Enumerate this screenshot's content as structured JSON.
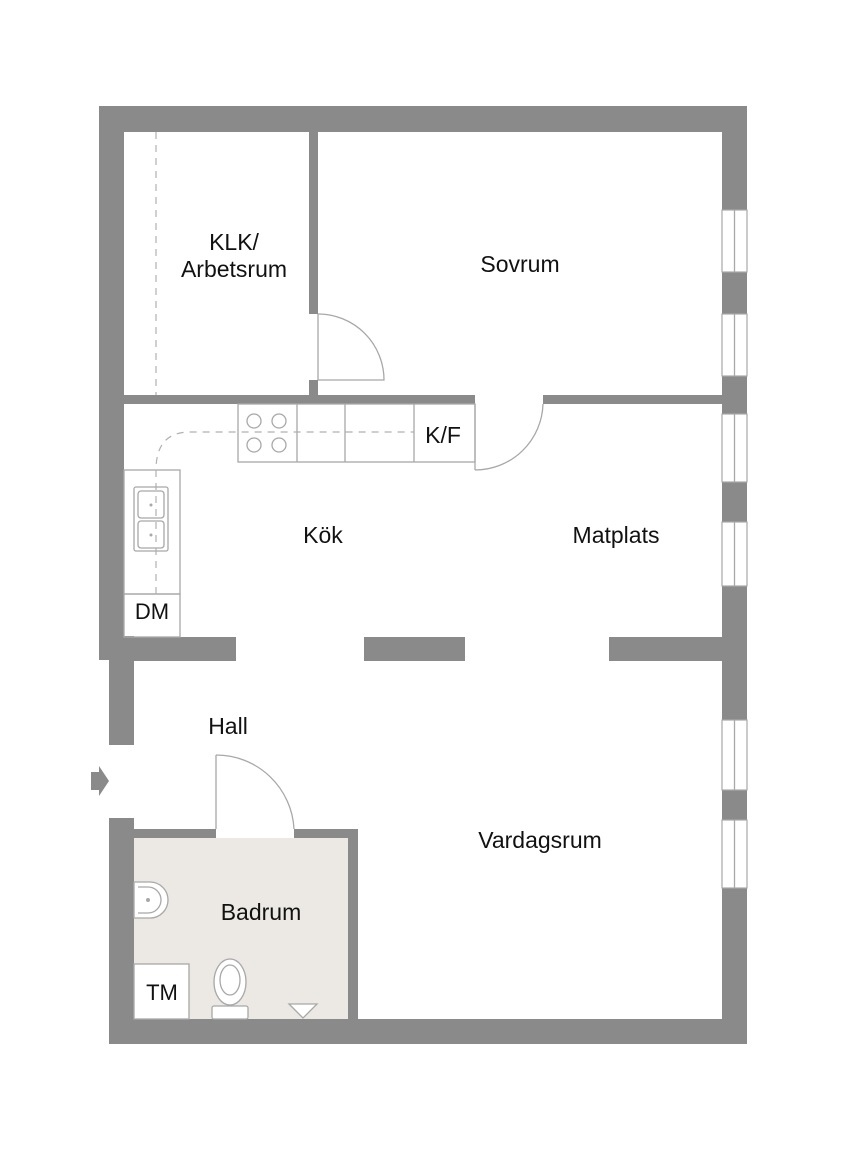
{
  "rooms": {
    "klk_line1": "KLK/",
    "klk_line2": "Arbetsrum",
    "sovrum": "Sovrum",
    "kf": "K/F",
    "kok": "Kök",
    "matplats": "Matplats",
    "dm": "DM",
    "hall": "Hall",
    "badrum": "Badrum",
    "vardagsrum": "Vardagsrum",
    "tm": "TM"
  },
  "colors": {
    "wall": "#8a8a8a",
    "bathroom_floor": "#ece8e3",
    "fixture_line": "#a8a8a8"
  }
}
